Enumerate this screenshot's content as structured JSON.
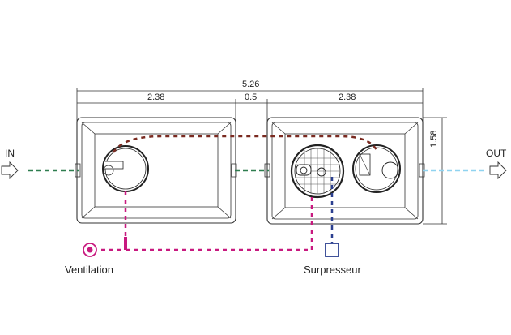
{
  "dimensions": {
    "total_length": "5.26",
    "left_tank_length": "2.38",
    "gap": "0.5",
    "right_tank_length": "2.38",
    "height": "1.58"
  },
  "flow": {
    "inlet": "IN",
    "outlet": "OUT"
  },
  "equipment": {
    "ventilation": "Ventilation",
    "booster": "Surpresseur"
  },
  "colors": {
    "inlet_pipe": "#2e7d4f",
    "outlet_pipe": "#8fd3f0",
    "ventilation_pipe": "#c8197f",
    "recirculation_pipe": "#7a2a20",
    "booster_pipe": "#2b3f8f",
    "outline": "#333333"
  }
}
